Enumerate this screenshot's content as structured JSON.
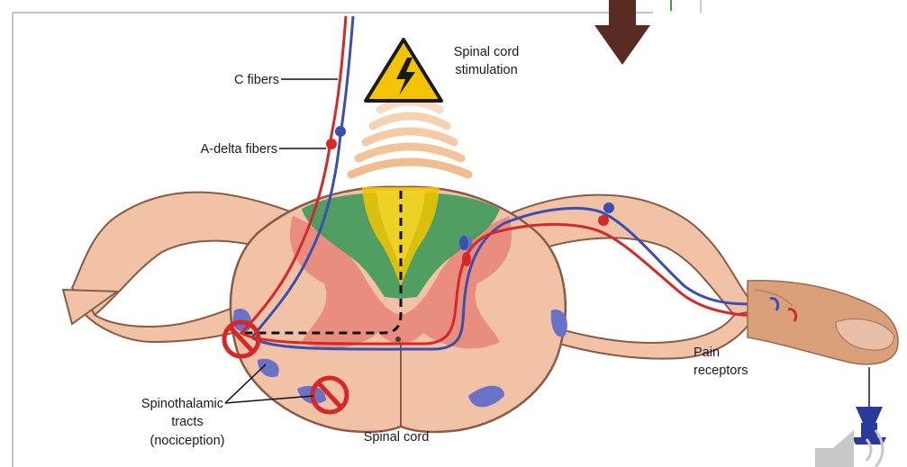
{
  "labels": {
    "c_fibers": "C fibers",
    "a_delta_fibers": "A-delta fibers",
    "stimulation_line1": "Spinal cord",
    "stimulation_line2": "stimulation",
    "spinothalamic_line1": "Spinothalamic",
    "spinothalamic_line2": "tracts",
    "spinothalamic_line3": "(nociception)",
    "spinal_cord": "Spinal cord",
    "pain_line1": "Pain",
    "pain_line2": "receptors"
  },
  "icons": {
    "warning": "high-voltage-warning-icon",
    "arrow": "down-arrow-icon",
    "prohibit": "prohibition-icon",
    "speaker": "speaker-icon"
  },
  "colors": {
    "cord": "#f2c2a6",
    "cord_outline": "#8a5a46",
    "gray_matter": "#e8887a",
    "dorsal_horn": "#3e9a5a",
    "stimulated_zone": "#f2c400",
    "c_fiber": "#d62828",
    "a_delta_fiber": "#3a4fb0",
    "tract": "#6a72c8",
    "prohibit": "#d62828",
    "arrow": "#5a2b22",
    "warning": "#f5c400"
  }
}
